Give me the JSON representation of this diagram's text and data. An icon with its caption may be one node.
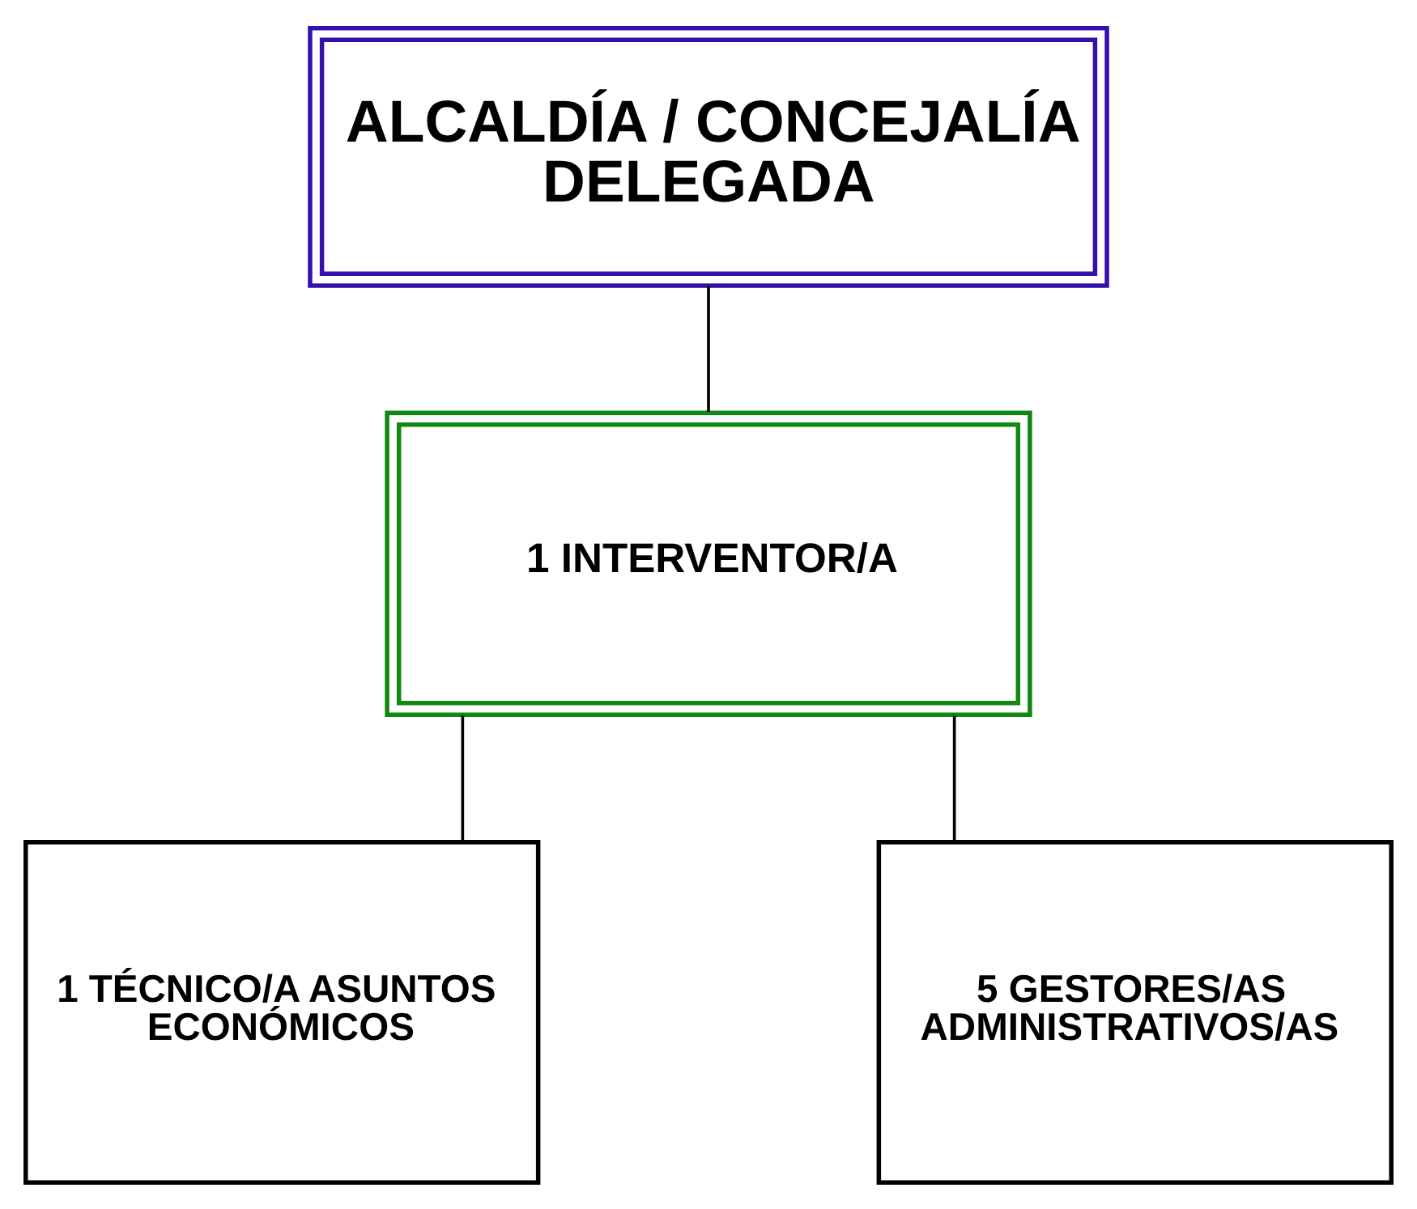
{
  "diagram": {
    "nodes": [
      {
        "text": [
          "ALCALDÍA / CONCEJALÍA DELEGADA"
        ]
      },
      {
        "text": [
          "1 INTERVENTOR/A"
        ]
      },
      {
        "text": [
          "1 TÉCNICO/A ASUNTOS ECONÓMICOS"
        ]
      },
      {
        "text": [
          "5 GESTORES/AS ADMINISTRATIVOS/AS"
        ]
      }
    ],
    "edges": [
      {
        "from": 0,
        "to": 1,
        "arrow": "none"
      },
      {
        "from": 1,
        "to": 2,
        "arrow": "none"
      },
      {
        "from": 1,
        "to": 3,
        "arrow": "none"
      }
    ]
  }
}
